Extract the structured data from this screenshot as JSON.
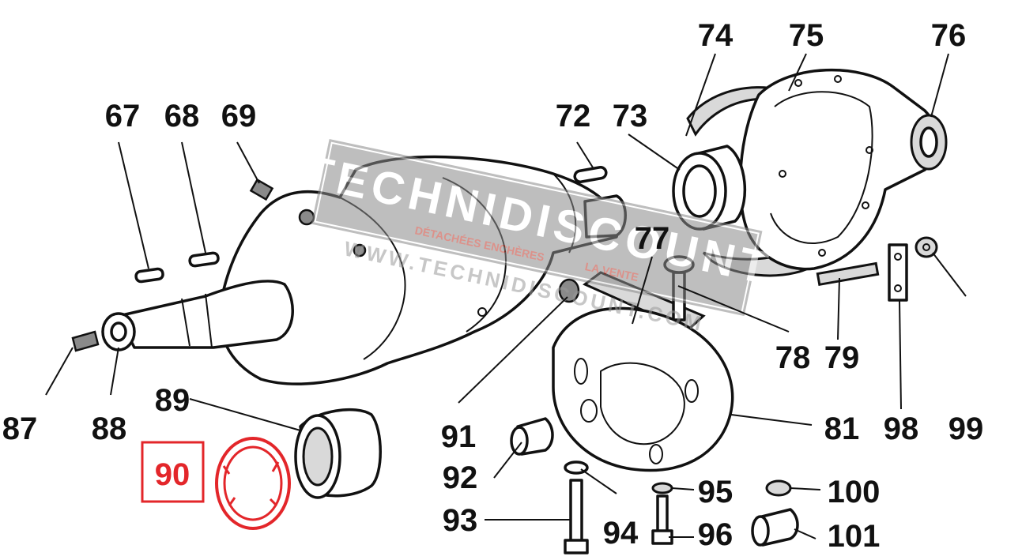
{
  "diagram": {
    "watermark": {
      "brand": "TECHNIDISCOUNT",
      "tagline_1": "DÉTACHÉES ENCHÈRES",
      "tagline_2": "LA VENTE",
      "url": "WWW.TECHNIDISCOUNT.COM"
    },
    "highlight_color": "#e3262a",
    "labels": {
      "p67": "67",
      "p68": "68",
      "p69": "69",
      "p72": "72",
      "p73": "73",
      "p74": "74",
      "p75": "75",
      "p76": "76",
      "p77": "77",
      "p78": "78",
      "p79": "79",
      "p81": "81",
      "p87": "87",
      "p88": "88",
      "p89": "89",
      "p90": "90",
      "p91": "91",
      "p92": "92",
      "p93": "93",
      "p94": "94",
      "p95": "95",
      "p96": "96",
      "p98": "98",
      "p99": "99",
      "p100": "100",
      "p101": "101"
    }
  }
}
